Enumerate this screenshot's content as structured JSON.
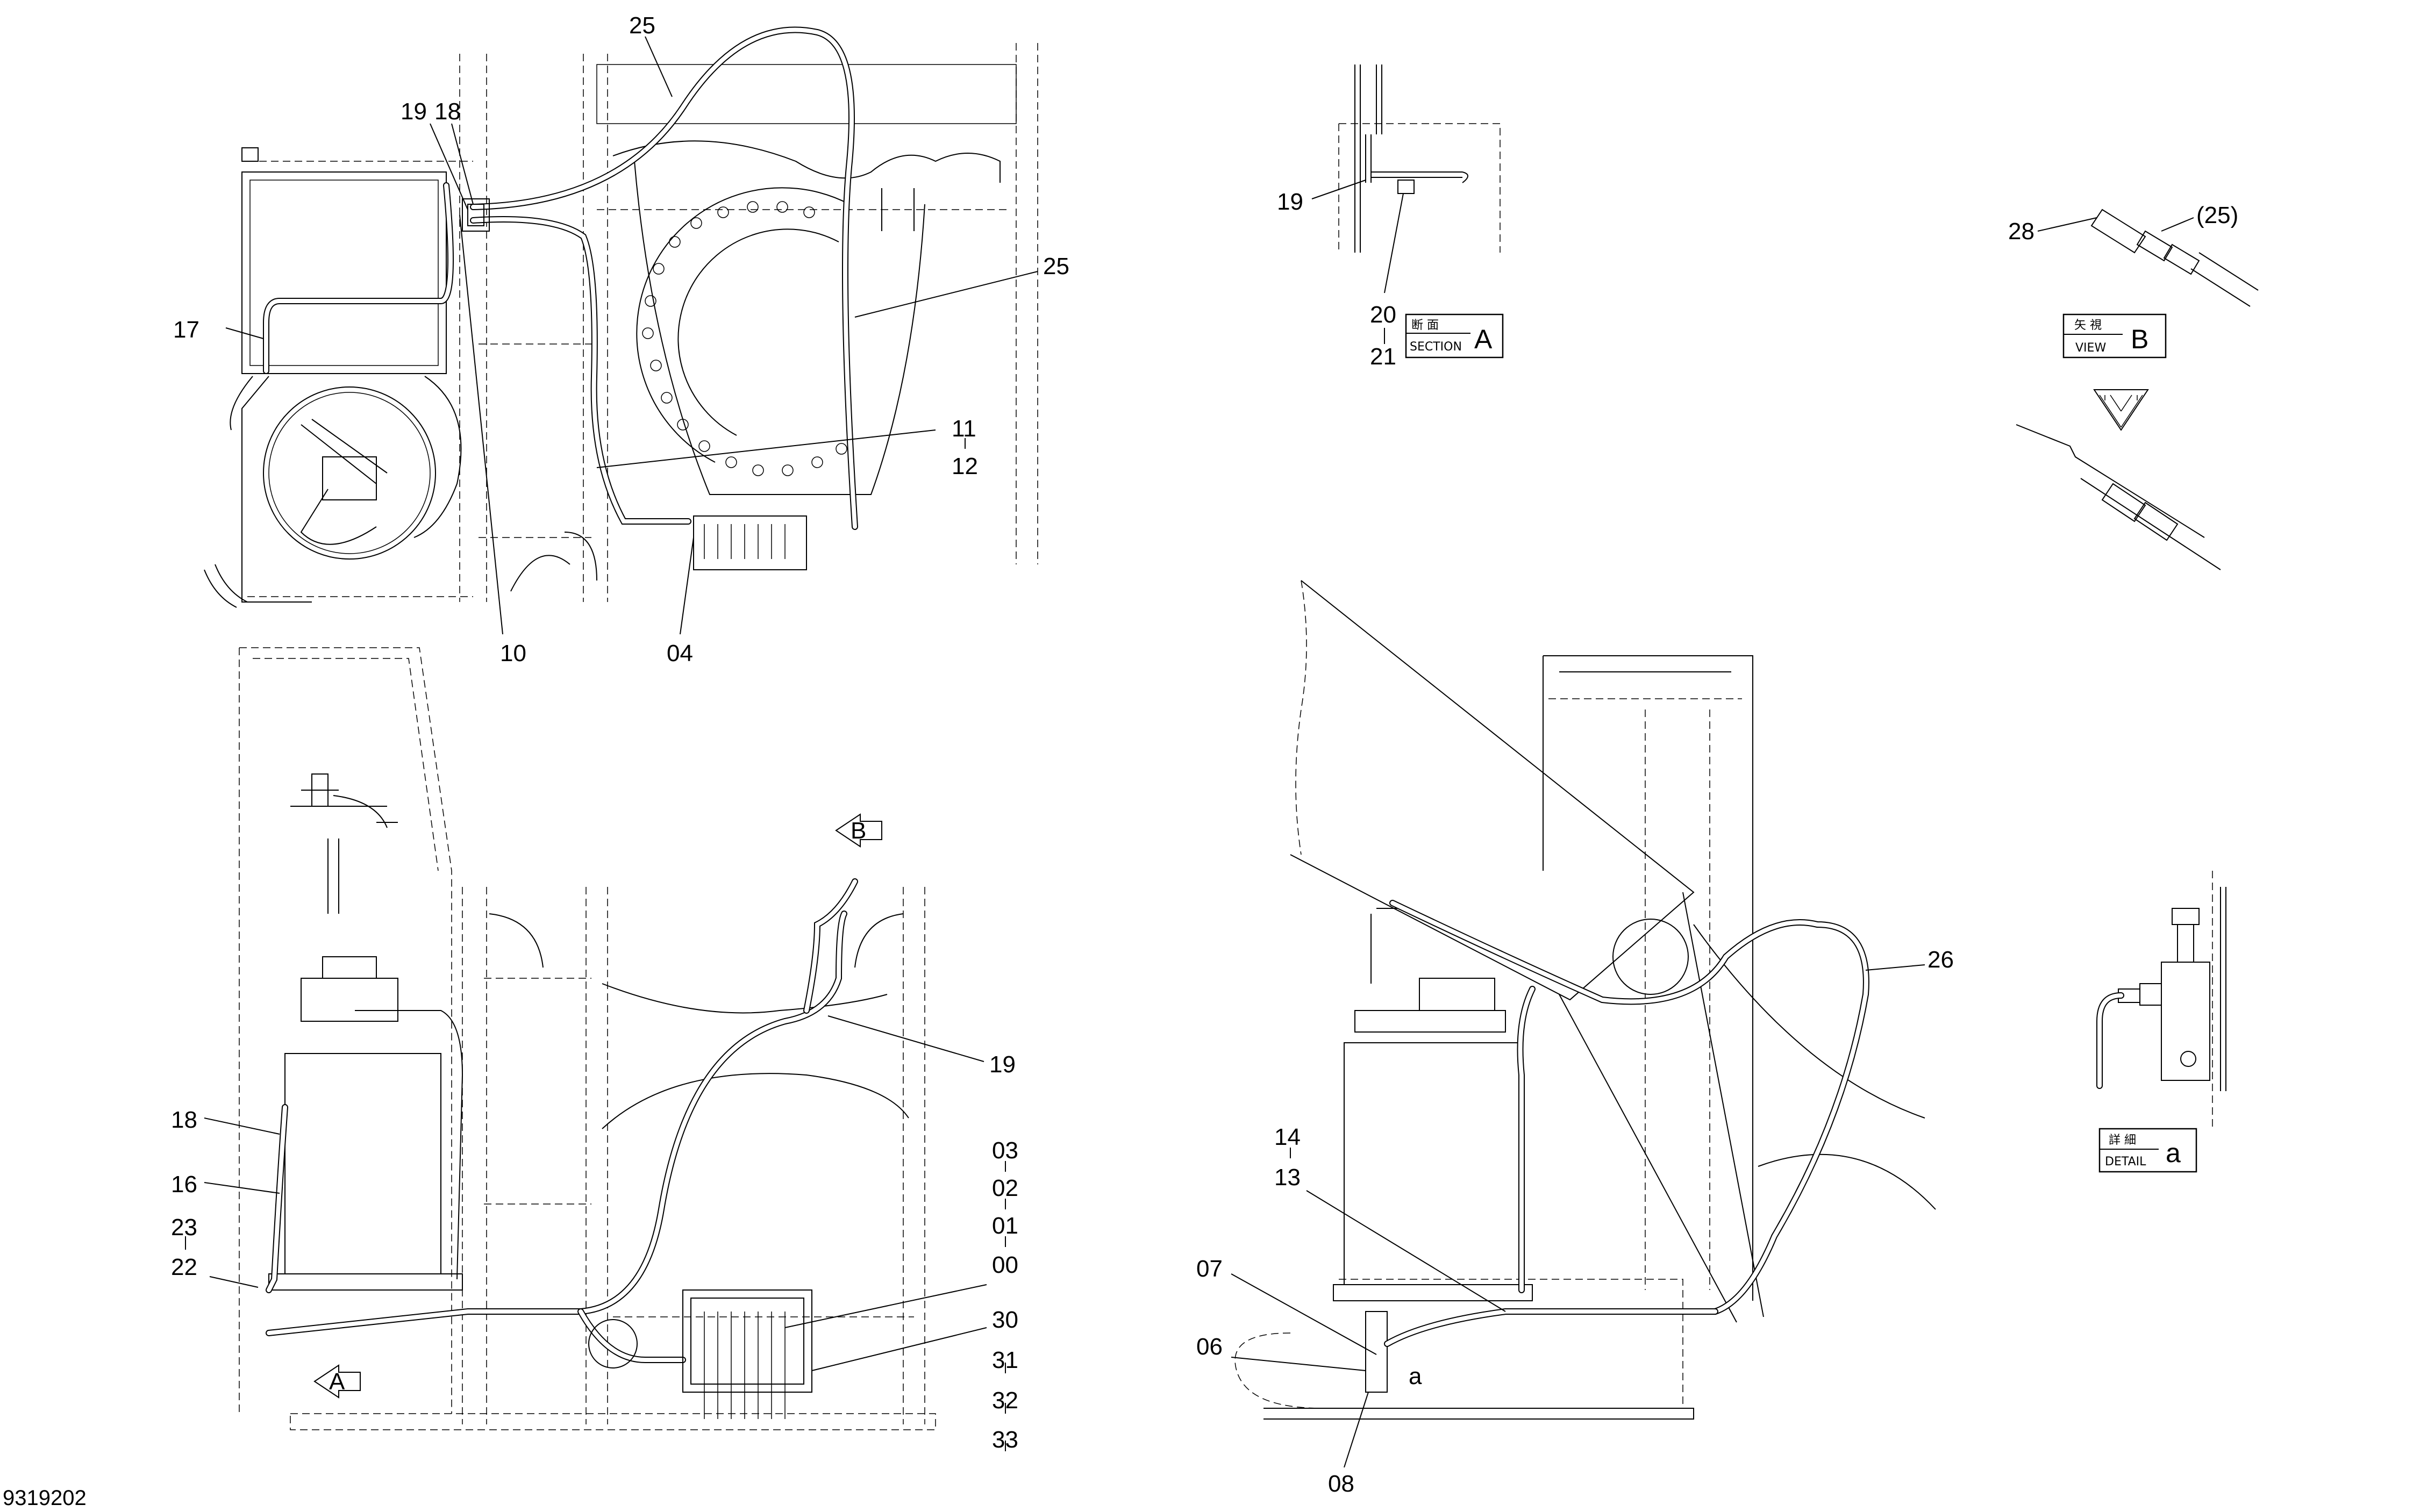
{
  "document_number": "9319202",
  "callouts": {
    "c25_top": "25",
    "c19_top": "19",
    "c18_top": "18",
    "c17": "17",
    "c25_right": "25",
    "c11": "11",
    "c12": "12",
    "c10": "10",
    "c04": "04",
    "c19_secA": "19",
    "c20": "20",
    "c21": "21",
    "c28": "28",
    "c25_paren": "(25)",
    "c18_low": "18",
    "c16": "16",
    "c23": "23",
    "c22": "22",
    "c19_low": "19",
    "c03": "03",
    "c02": "02",
    "c01": "01",
    "c00": "00",
    "c30": "30",
    "c31": "31",
    "c32": "32",
    "c33": "33",
    "c14": "14",
    "c13": "13",
    "c07": "07",
    "c06": "06",
    "c08": "08",
    "c26": "26",
    "c_a": "a"
  },
  "tags": {
    "section_a": {
      "kanji": "断 面",
      "label": "SECTION",
      "letter": "A"
    },
    "view_b": {
      "kanji": "矢 視",
      "label": "VIEW",
      "letter": "B"
    },
    "detail_a": {
      "kanji": "詳 細",
      "label": "DETAIL",
      "letter": "a"
    }
  },
  "view_arrows": {
    "arrow_b": "B",
    "arrow_a": "A"
  }
}
